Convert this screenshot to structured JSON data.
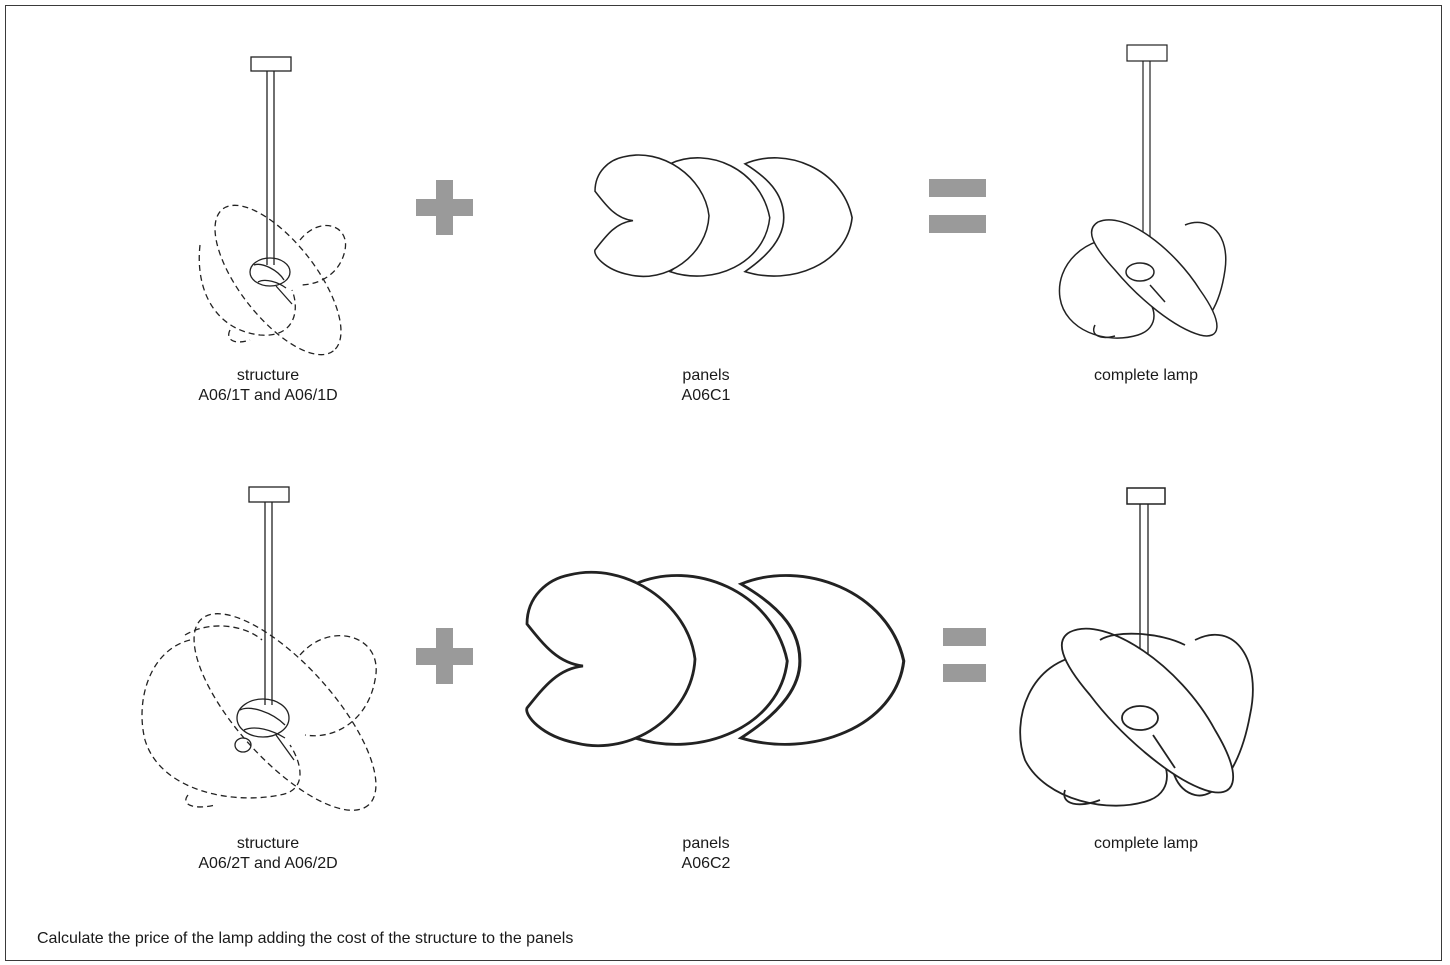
{
  "rows": [
    {
      "structure": {
        "label": "structure",
        "code": "A06/1T and A06/1D"
      },
      "panels": {
        "label": "panels",
        "code": "A06C1"
      },
      "complete": {
        "label": "complete lamp"
      }
    },
    {
      "structure": {
        "label": "structure",
        "code": "A06/2T and A06/2D"
      },
      "panels": {
        "label": "panels",
        "code": "A06C2"
      },
      "complete": {
        "label": "complete lamp"
      }
    }
  ],
  "note": "Calculate the price of the lamp adding the cost of the structure to the panels",
  "colors": {
    "operator": "#9a9a9a",
    "line": "#222222"
  },
  "icons": [
    "plus-icon",
    "equals-icon"
  ]
}
